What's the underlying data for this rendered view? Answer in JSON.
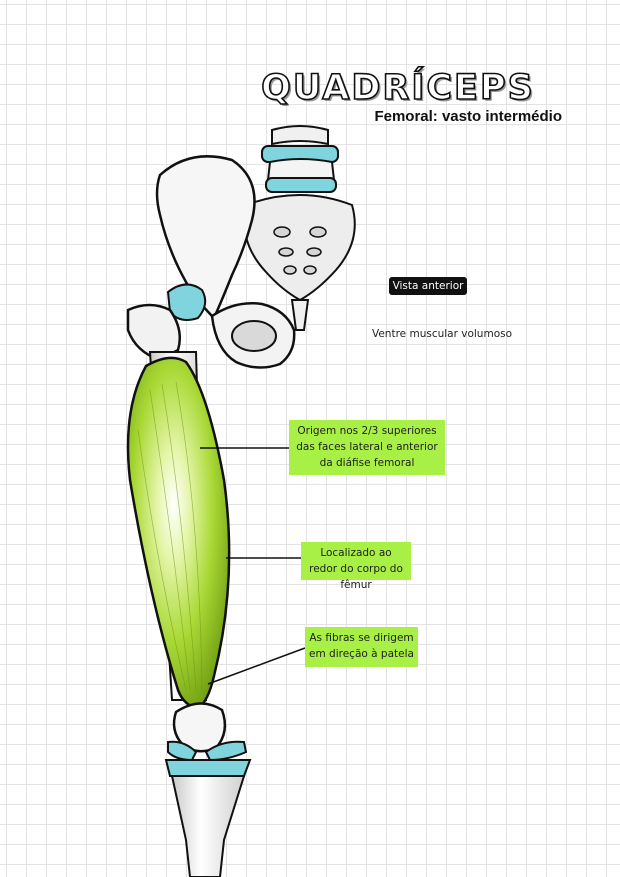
{
  "title": "QUADRÍCEPS",
  "subtitle": "Femoral: vasto intermédio",
  "labels": {
    "view": "Vista anterior",
    "belly": "Ventre muscular volumoso",
    "origin": "Origem nos 2/3 superiores das faces lateral e anterior da diáfise femoral",
    "location": "Localizado ao redor do corpo do fêmur",
    "fibers": "As fibras se dirigem em direção à patela"
  },
  "colors": {
    "muscle": "#9ccc1e",
    "callout": "#a9f046",
    "cartilage": "#7fd4dd",
    "bone": "#f2f2f2",
    "outline": "#111111"
  }
}
